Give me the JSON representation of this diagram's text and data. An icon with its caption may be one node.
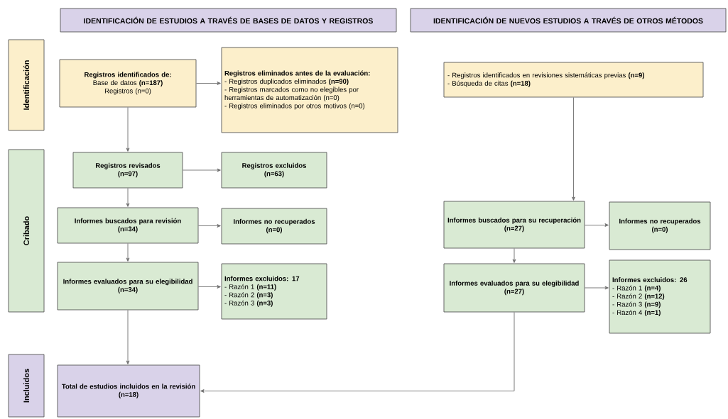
{
  "diagram": {
    "nodes": [
      {
        "text": [
          "IDENTIFICACIÓN DE ESTUDIOS A TRAVÉS DE BASES DE DATOS Y REGISTROS"
        ]
      },
      {
        "text": [
          "IDENTIFICACIÓN DE NUEVOS ESTUDIOS A TRAVÉS DE OTROS MÉTODOS"
        ]
      },
      {
        "text": [
          "Identificación"
        ]
      },
      {
        "text": [
          "Cribado"
        ]
      },
      {
        "text": [
          "Incluidos"
        ]
      },
      {
        "text": [
          "Registros identificados de:",
          "Base de datos **(n=187)**",
          "Registros (n=0)"
        ]
      },
      {
        "text": [
          "Registros eliminados antes de la evaluación:",
          "- Registros duplicados eliminados **(n=90)**",
          "- Registros marcados como no elegibles por herramientas de automatización (n=0)",
          "- Registros eliminados por otros motivos (n=0)"
        ]
      },
      {
        "text": [
          "- Registros identificados en revisiones sistemáticas previas **(n=9)**",
          "- Búsqueda de citas **(n=18)**"
        ]
      },
      {
        "text": [
          "Registros revisados",
          "(n=97)"
        ]
      },
      {
        "text": [
          "Registros excluidos",
          "(n=63)"
        ]
      },
      {
        "text": [
          "Informes buscados para revisión",
          "(n=34)"
        ]
      },
      {
        "text": [
          "Informes no recuperados",
          "(n=0)"
        ]
      },
      {
        "text": [
          "Informes evaluados para su elegibilidad",
          "(n=34)"
        ]
      },
      {
        "text": [
          "Informes excluidos: 17",
          "- Razón 1 **(n=11)**",
          "- Razón 2 **(n=3)**",
          "- Razón 3 **(n=3)**"
        ]
      },
      {
        "text": [
          "Informes buscados para su recuperación",
          "(n=27)"
        ]
      },
      {
        "text": [
          "Informes no recuperados",
          "(n=0)"
        ]
      },
      {
        "text": [
          "Informes evaluados para su elegibilidad",
          "(n=27)"
        ]
      },
      {
        "text": [
          "Informes excluidos: 26",
          "- Razón 1 **(n=4)**",
          "- Razón 2 **(n=12)**",
          "- Razón 3 **(n=9)**",
          "- Razón 4 **(n=1)**"
        ]
      },
      {
        "text": [
          "Total de estudios incluidos en la revisión",
          "(n=18)"
        ]
      }
    ],
    "edges": [
      {
        "from": 5,
        "to": 6,
        "arrow": "to"
      },
      {
        "from": 5,
        "to": 8,
        "arrow": "to"
      },
      {
        "from": 8,
        "to": 9,
        "arrow": "to"
      },
      {
        "from": 8,
        "to": 10,
        "arrow": "to"
      },
      {
        "from": 10,
        "to": 11,
        "arrow": "to"
      },
      {
        "from": 10,
        "to": 12,
        "arrow": "to"
      },
      {
        "from": 12,
        "to": 13,
        "arrow": "to"
      },
      {
        "from": 12,
        "to": 18,
        "arrow": "to"
      },
      {
        "from": 7,
        "to": 14,
        "arrow": "to"
      },
      {
        "from": 14,
        "to": 15,
        "arrow": "to"
      },
      {
        "from": 14,
        "to": 16,
        "arrow": "to"
      },
      {
        "from": 16,
        "to": 17,
        "arrow": "to"
      },
      {
        "from": 16,
        "to": 18,
        "arrow": "to"
      }
    ]
  }
}
